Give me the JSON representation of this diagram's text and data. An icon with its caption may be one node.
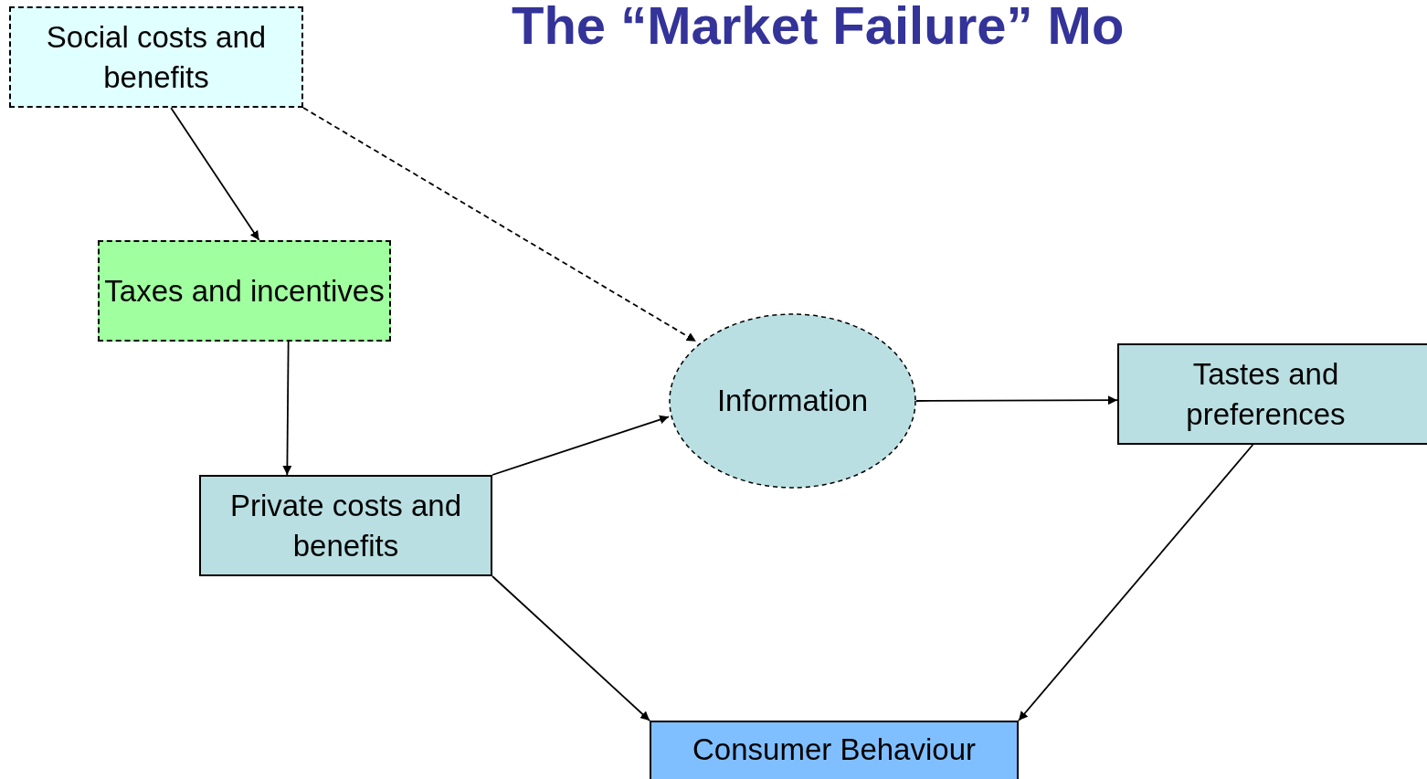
{
  "diagram": {
    "title": "The “Market Failure” Mo",
    "nodes": [
      {
        "text": [
          "Social costs and benefits"
        ]
      },
      {
        "text": [
          "Taxes and incentives"
        ]
      },
      {
        "text": [
          "Private costs and benefits"
        ]
      },
      {
        "text": [
          "Information"
        ]
      },
      {
        "text": [
          "Tastes and preferences"
        ]
      },
      {
        "text": [
          "Consumer Behaviour"
        ]
      }
    ],
    "edges": [
      {
        "from": 0,
        "to": 1,
        "arrow": "to"
      },
      {
        "from": 0,
        "to": 3,
        "arrow": "to",
        "style": "dashed"
      },
      {
        "from": 1,
        "to": 2,
        "arrow": "to"
      },
      {
        "from": 2,
        "to": 3,
        "arrow": "to"
      },
      {
        "from": 3,
        "to": 4,
        "arrow": "to"
      },
      {
        "from": 4,
        "to": 5,
        "arrow": "to"
      },
      {
        "from": 2,
        "to": 5,
        "arrow": "to"
      }
    ]
  }
}
